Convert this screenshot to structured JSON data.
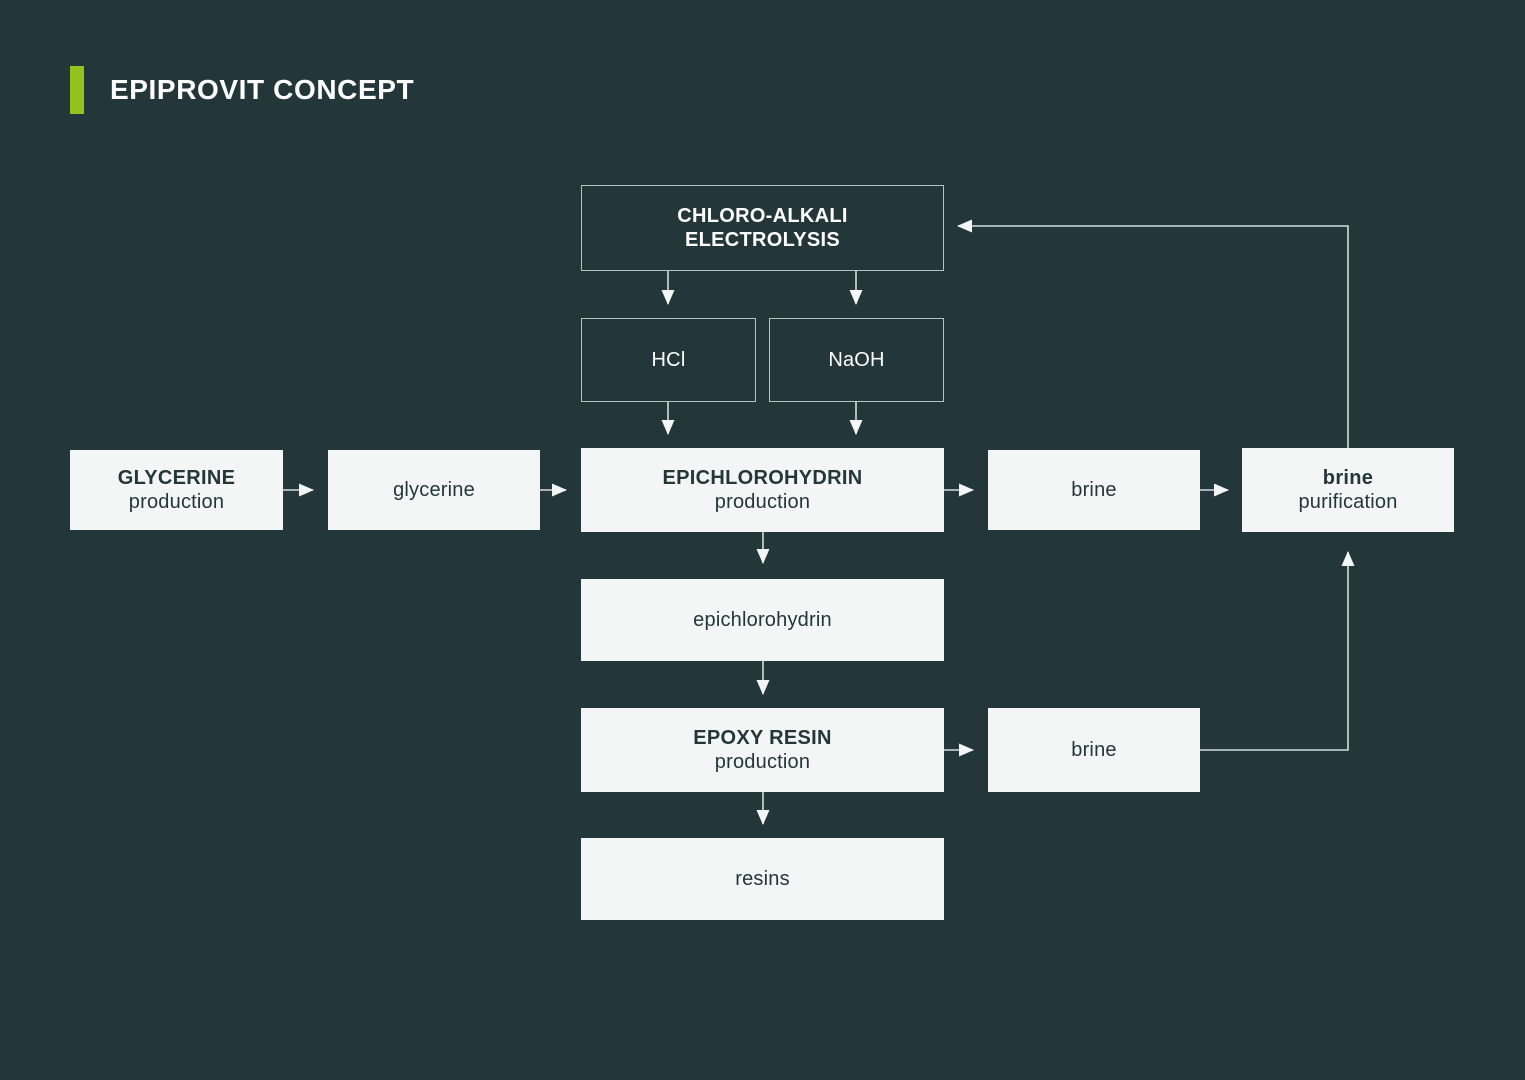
{
  "header": {
    "title": "EPIPROVIT CONCEPT",
    "accent_color": "#95c11f"
  },
  "colors": {
    "background": "#23373a",
    "node_fill": "#f4f5f5",
    "node_text": "#23373a",
    "outline_stroke": "#b9c2c2",
    "outline_text": "#ffffff",
    "connector": "#f4f5f5"
  },
  "nodes": {
    "chloro_alkali": {
      "line1": "CHLORO-ALKALI",
      "line2": "ELECTROLYSIS",
      "style": "outlined"
    },
    "hcl": {
      "line1": "HCl",
      "line2": "",
      "style": "outlined"
    },
    "naoh": {
      "line1": "NaOH",
      "line2": "",
      "style": "outlined"
    },
    "glycerine_production": {
      "line1": "GLYCERINE",
      "line2": "production",
      "style": "filled"
    },
    "glycerine": {
      "line1": "glycerine",
      "line2": "",
      "style": "filled"
    },
    "epichlorohydrin_production": {
      "line1": "EPICHLOROHYDRIN",
      "line2": "production",
      "style": "filled"
    },
    "brine_top": {
      "line1": "brine",
      "line2": "",
      "style": "filled"
    },
    "brine_purification": {
      "line1": "brine",
      "line2": "purification",
      "style": "filled"
    },
    "epichlorohydrin": {
      "line1": "epichlorohydrin",
      "line2": "",
      "style": "filled"
    },
    "epoxy_resin_production": {
      "line1": "EPOXY RESIN",
      "line2": "production",
      "style": "filled"
    },
    "brine_bottom": {
      "line1": "brine",
      "line2": "",
      "style": "filled"
    },
    "resins": {
      "line1": "resins",
      "line2": "",
      "style": "filled"
    }
  },
  "flows": [
    {
      "from": "glycerine_production",
      "to": "glycerine"
    },
    {
      "from": "glycerine",
      "to": "epichlorohydrin_production"
    },
    {
      "from": "chloro_alkali",
      "to": "hcl"
    },
    {
      "from": "chloro_alkali",
      "to": "naoh"
    },
    {
      "from": "hcl",
      "to": "epichlorohydrin_production"
    },
    {
      "from": "naoh",
      "to": "epichlorohydrin_production"
    },
    {
      "from": "epichlorohydrin_production",
      "to": "brine_top"
    },
    {
      "from": "brine_top",
      "to": "brine_purification"
    },
    {
      "from": "epichlorohydrin_production",
      "to": "epichlorohydrin"
    },
    {
      "from": "epichlorohydrin",
      "to": "epoxy_resin_production"
    },
    {
      "from": "epoxy_resin_production",
      "to": "brine_bottom"
    },
    {
      "from": "epoxy_resin_production",
      "to": "resins"
    },
    {
      "from": "brine_bottom",
      "to": "brine_purification"
    },
    {
      "from": "brine_purification",
      "to": "chloro_alkali"
    }
  ]
}
